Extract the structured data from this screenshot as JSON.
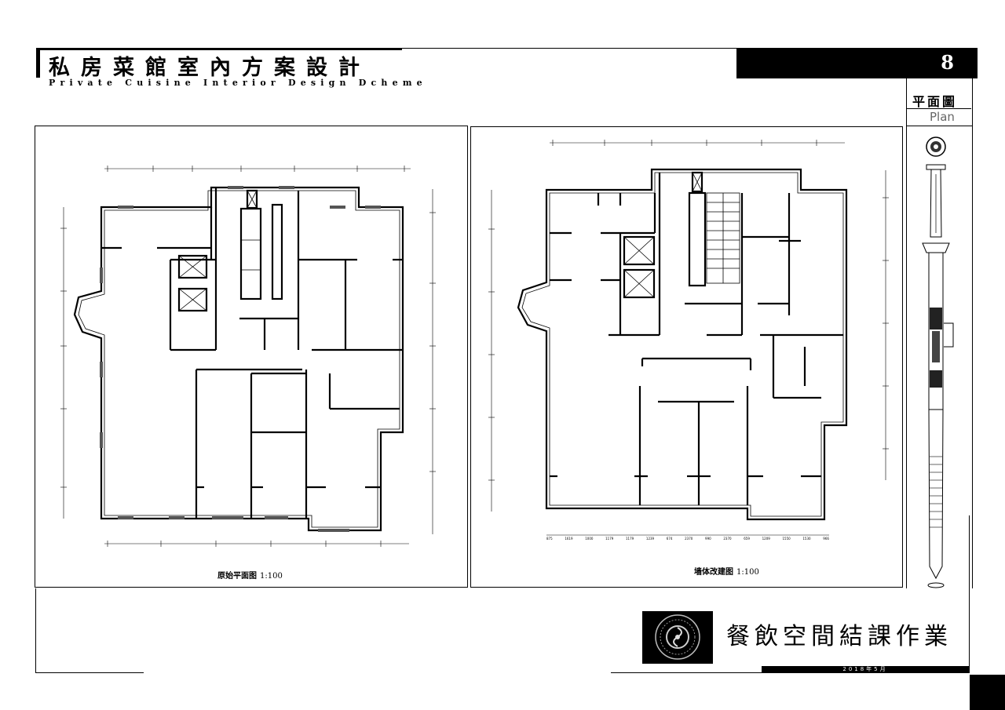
{
  "header": {
    "title_cn": "私房菜館室內方案設計",
    "title_en": "Private Cuisine Interior Design Dcheme",
    "page_number": "8",
    "section_cn": "平面圖",
    "section_en": "Plan"
  },
  "plans": [
    {
      "caption": "原始平面图",
      "scale": "1:100"
    },
    {
      "caption": "墙体改建图",
      "scale": "1:100"
    }
  ],
  "footer": {
    "course_title": "餐飲空間結課作業",
    "date": "2018年5月"
  },
  "dimensions": {
    "right_plan_bottom": [
      "875",
      "1619",
      "1000",
      "1179",
      "1179",
      "1239",
      "674",
      "2370",
      "990",
      "2370",
      "659",
      "1209",
      "1550",
      "1530",
      "966"
    ]
  },
  "icons": [
    "seal-logo-icon",
    "sword-ornament-icon"
  ],
  "colors": {
    "accent": "#000000",
    "background": "#ffffff"
  }
}
